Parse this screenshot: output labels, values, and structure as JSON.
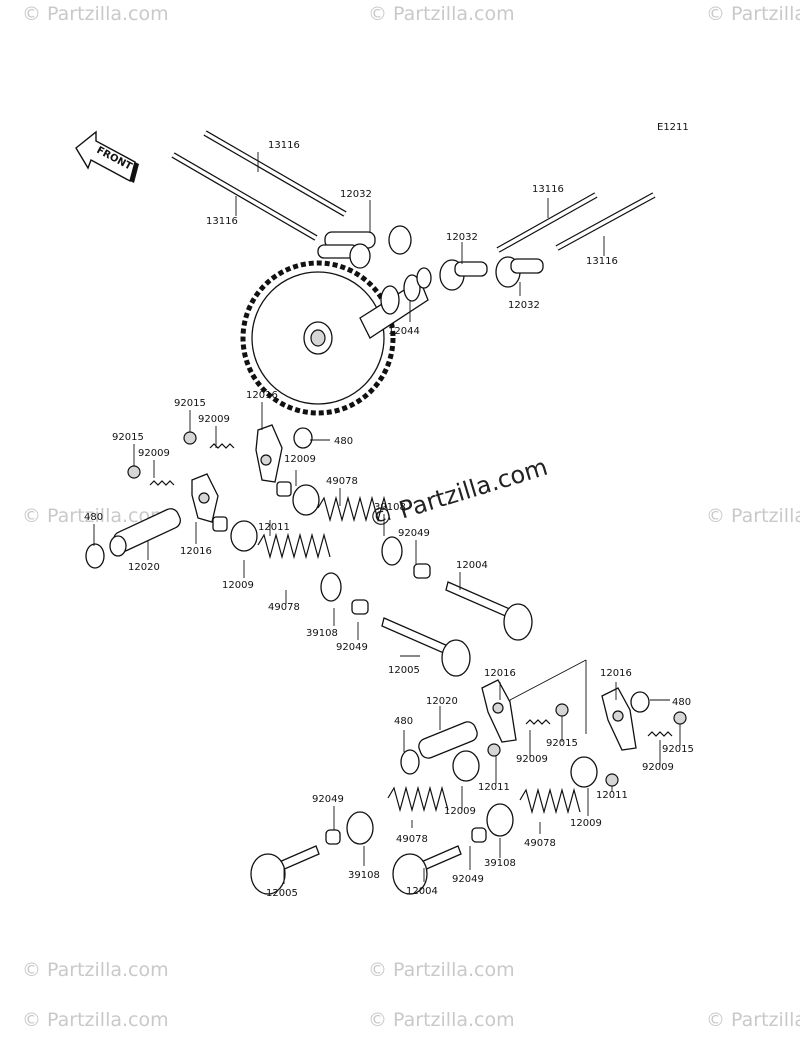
{
  "diagram": {
    "code": "E1211",
    "front_arrow_label": "FRONT",
    "watermark": "© Partzilla.com",
    "center_watermark": "© Partzilla.com",
    "labels": [
      "13116",
      "13116",
      "12032",
      "12032",
      "12032",
      "13116",
      "13116",
      "12044",
      "92015",
      "12016",
      "92009",
      "92015",
      "92009",
      "480",
      "12009",
      "49078",
      "39108",
      "92049",
      "12004",
      "480",
      "12016",
      "12020",
      "12011",
      "12009",
      "49078",
      "39108",
      "92049",
      "12005",
      "12016",
      "12016",
      "12020",
      "480",
      "92015",
      "92009",
      "480",
      "92015",
      "92009",
      "12011",
      "12011",
      "92049",
      "49078",
      "12009",
      "49078",
      "12009",
      "39108",
      "12004",
      "92049",
      "39108",
      "12005"
    ]
  }
}
